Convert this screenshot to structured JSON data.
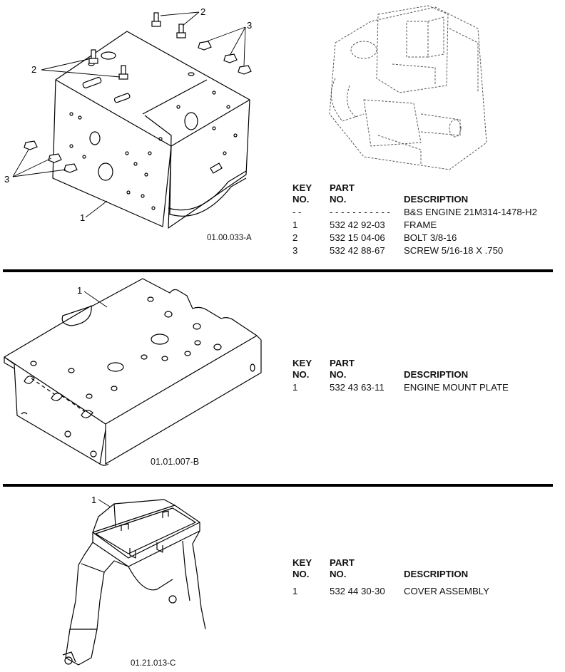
{
  "columns": {
    "key_line1": "KEY",
    "key_line2": "NO.",
    "part_line1": "PART",
    "part_line2": "NO.",
    "description": "DESCRIPTION"
  },
  "section1": {
    "figure_id": "01.00.033-A",
    "callouts": [
      "1",
      "2",
      "2",
      "3",
      "3"
    ],
    "parts": [
      {
        "key": "- -",
        "part": "- - - - - - - - - - -",
        "description": "B&S ENGINE 21M314-1478-H2"
      },
      {
        "key": "1",
        "part": "532 42 92-03",
        "description": "FRAME"
      },
      {
        "key": "2",
        "part": "532 15 04-06",
        "description": "BOLT 3/8-16"
      },
      {
        "key": "3",
        "part": "532 42 88-67",
        "description": "SCREW 5/16-18 X .750"
      }
    ]
  },
  "section2": {
    "figure_id": "01.01.007-B",
    "callout": "1",
    "parts": [
      {
        "key": "1",
        "part": "532 43 63-11",
        "description": "ENGINE MOUNT PLATE"
      }
    ]
  },
  "section3": {
    "figure_id": "01.21.013-C",
    "callout": "1",
    "parts": [
      {
        "key": "1",
        "part": "532 44 30-30",
        "description": "COVER ASSEMBLY"
      }
    ]
  }
}
